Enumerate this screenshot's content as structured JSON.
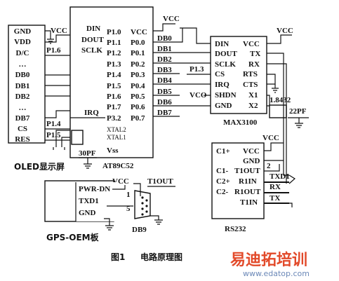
{
  "vcc": "VCC",
  "oled": {
    "title": "OLED显示屏",
    "pins": [
      "GND",
      "VDD",
      "D/C",
      "…",
      "DB0",
      "DB1",
      "DB2",
      "…",
      "DB7",
      "CS",
      "RES"
    ]
  },
  "mcu": {
    "name": "AT89C52",
    "left_pins": [
      "DIN",
      "DOUT",
      "SCLK",
      "IRQ"
    ],
    "port1": [
      "P1.0",
      "P1.1",
      "P1.2",
      "P1.3",
      "P1.4",
      "P1.5",
      "P1.6",
      "P1.7"
    ],
    "port0": [
      "VCC",
      "P0.0",
      "P0.1",
      "P0.2",
      "P0.3",
      "P0.4",
      "P0.5",
      "P0.6",
      "P0.7"
    ],
    "p32": "P3.2",
    "xtal": [
      "XTAL2",
      "XTAL1"
    ],
    "vss": "Vss"
  },
  "bus": {
    "db": [
      "DB0",
      "DB1",
      "DB2",
      "DB3",
      "DB4",
      "DB5",
      "DB6",
      "DB7"
    ],
    "p16": "P1.6",
    "p13": "P1.3",
    "p14": "P1.4",
    "p15": "P1.5"
  },
  "max3100": {
    "name": "MAX3100",
    "left": [
      "DIN",
      "DOUT",
      "SCLK",
      "CS",
      "IRQ",
      "SHDN",
      "GND"
    ],
    "right": [
      "VCC",
      "TX",
      "RX",
      "RTS",
      "CTS",
      "X1",
      "X2"
    ],
    "vco": "VCO",
    "crystal": "1.8432",
    "cap": "22PF"
  },
  "crystal_cap": "30PF",
  "rs232": {
    "name": "RS232",
    "left": [
      "C1+",
      "C1-",
      "C2+",
      "C2-"
    ],
    "right": [
      "VCC",
      "GND",
      "T1OUT",
      "R1IN",
      "R1OUT",
      "T1IN"
    ],
    "pin2": "2",
    "signals": [
      "TXD1",
      "RX",
      "TX"
    ]
  },
  "db9": {
    "name": "DB9",
    "t1out": "T1OUT",
    "pin1": "1",
    "pin5": "5"
  },
  "gps": {
    "name": "GPS-OEM板",
    "pins": [
      "PWR-DN",
      "TXD1",
      "GND"
    ]
  },
  "caption": {
    "figure": "图1",
    "title": "电路原理图"
  },
  "watermark": {
    "main": "易迪拓培训",
    "url": "www.edatop.com"
  }
}
